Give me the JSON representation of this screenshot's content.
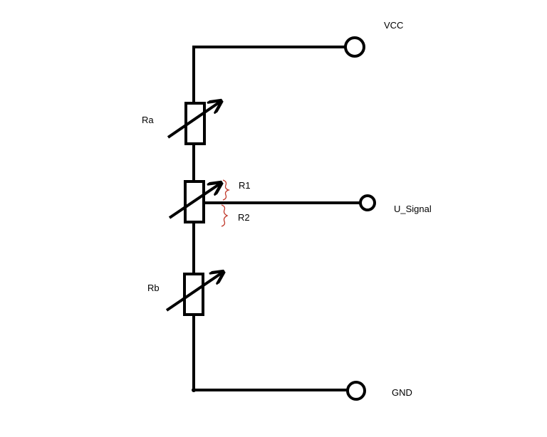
{
  "labels": {
    "vcc": "VCC",
    "ra": "Ra",
    "r1": "R1",
    "r2": "R2",
    "u_signal": "U_Signal",
    "rb": "Rb",
    "gnd": "GND"
  },
  "colors": {
    "wire": "#000000",
    "brace": "#c0392b",
    "background": "#ffffff"
  }
}
